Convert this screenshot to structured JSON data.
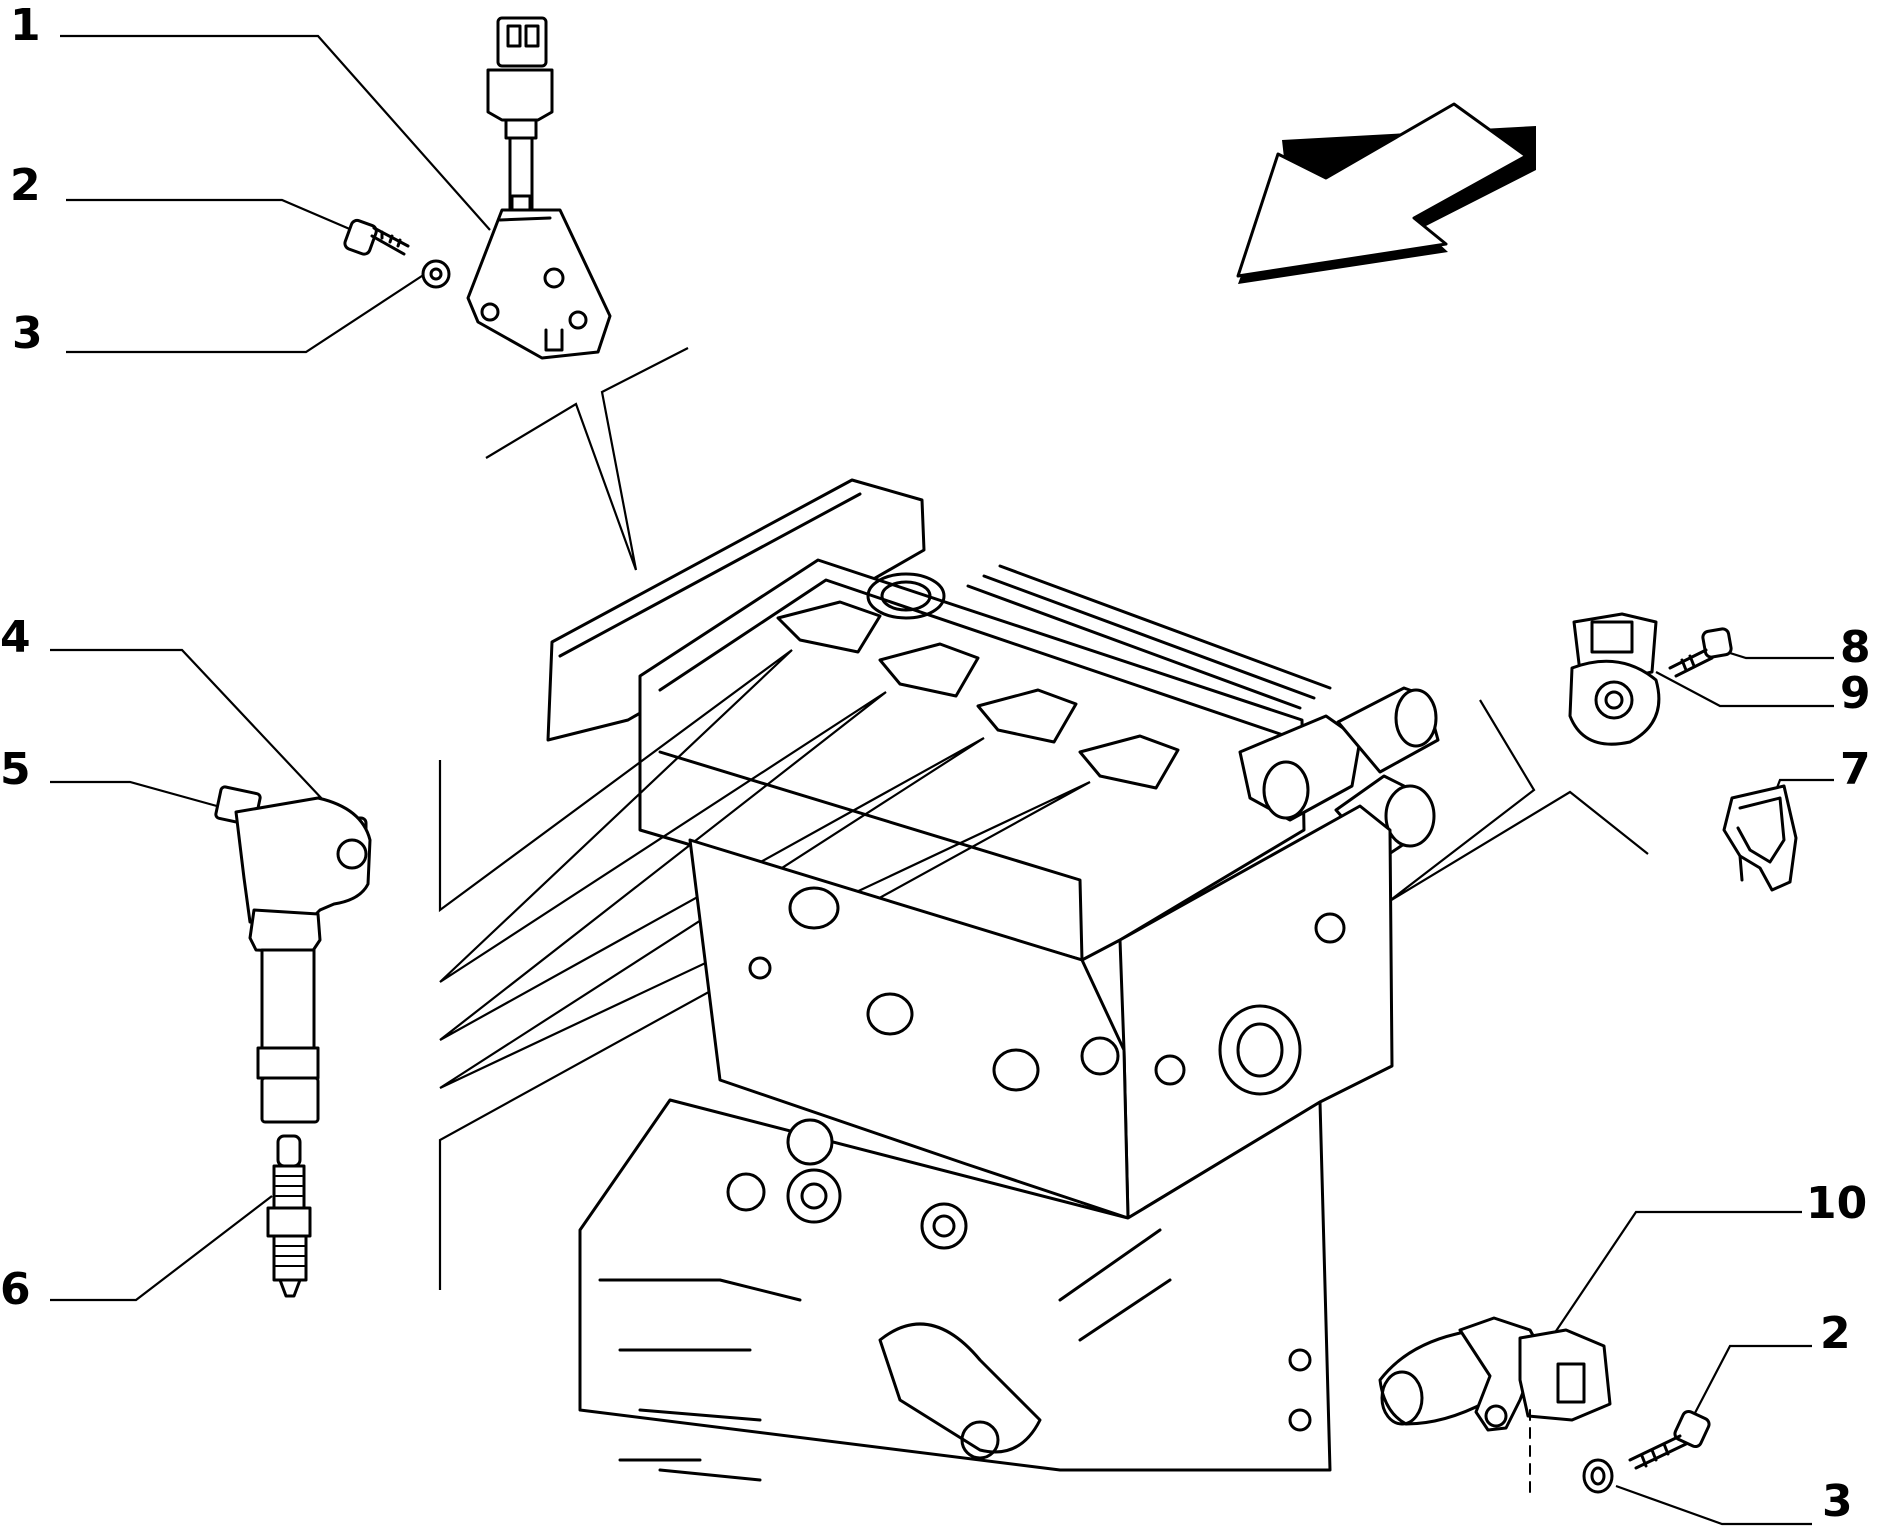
{
  "diagram": {
    "callouts": [
      {
        "id": "c1",
        "label": "1"
      },
      {
        "id": "c2a",
        "label": "2"
      },
      {
        "id": "c3a",
        "label": "3"
      },
      {
        "id": "c4",
        "label": "4"
      },
      {
        "id": "c5",
        "label": "5"
      },
      {
        "id": "c6",
        "label": "6"
      },
      {
        "id": "c8",
        "label": "8"
      },
      {
        "id": "c9",
        "label": "9"
      },
      {
        "id": "c7",
        "label": "7"
      },
      {
        "id": "c10",
        "label": "10"
      },
      {
        "id": "c2b",
        "label": "2"
      },
      {
        "id": "c3b",
        "label": "3"
      }
    ]
  }
}
